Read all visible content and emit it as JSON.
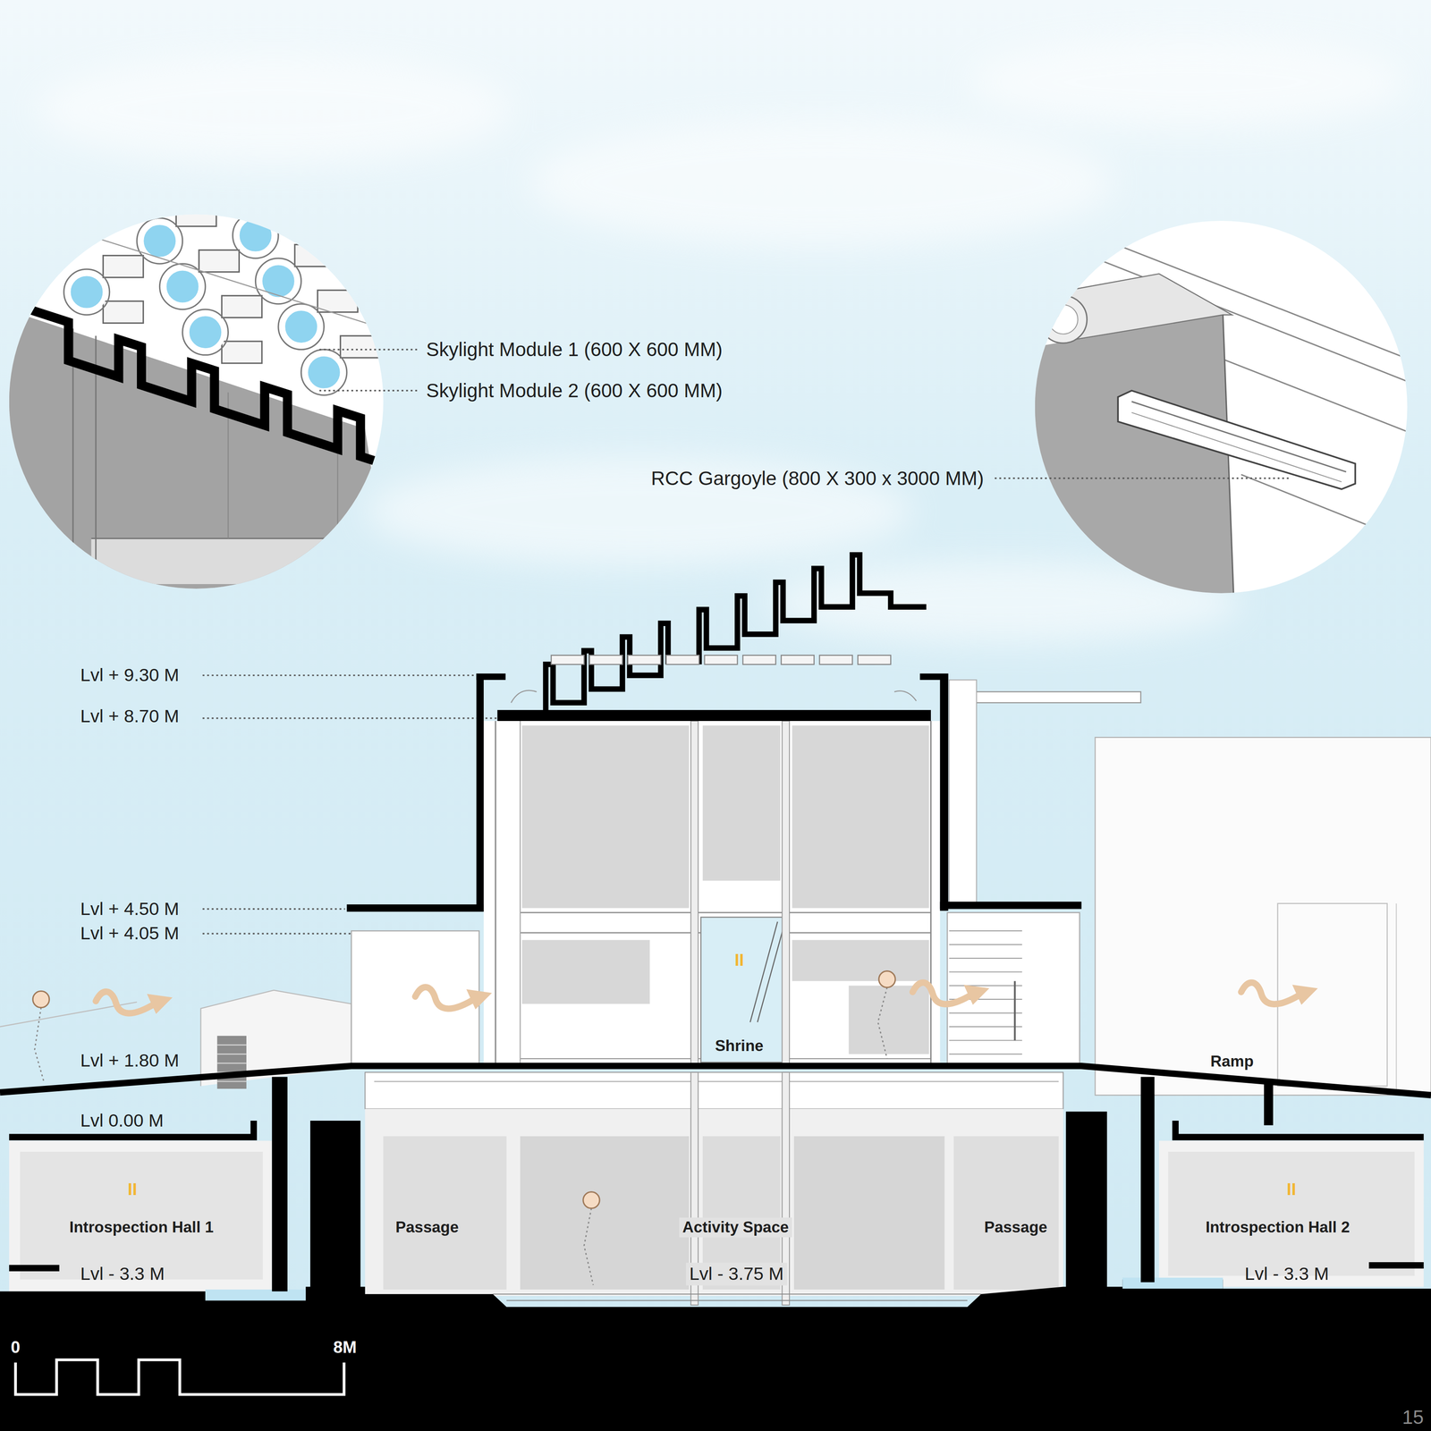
{
  "diagram": {
    "labels": [
      "Skylight Module 1 (600 X 600 MM)",
      "Skylight Module 2 (600 X 600 MM)",
      "RCC Gargoyle (800 X 300 x 3000 MM)",
      "Lvl + 9.30 M",
      "Lvl + 8.70 M",
      "Lvl + 4.50 M",
      "Lvl + 4.05 M",
      "Lvl + 1.80 M",
      "Lvl 0.00 M",
      "II",
      "Shrine",
      "Ramp",
      "II",
      "Introspection Hall 1",
      "Passage",
      "Activity Space",
      "Passage",
      "II",
      "Introspection Hall 2",
      "Lvl - 3.3 M",
      "Lvl - 3.75 M",
      "Lvl - 3.3 M",
      "0",
      "8M",
      "15"
    ]
  }
}
